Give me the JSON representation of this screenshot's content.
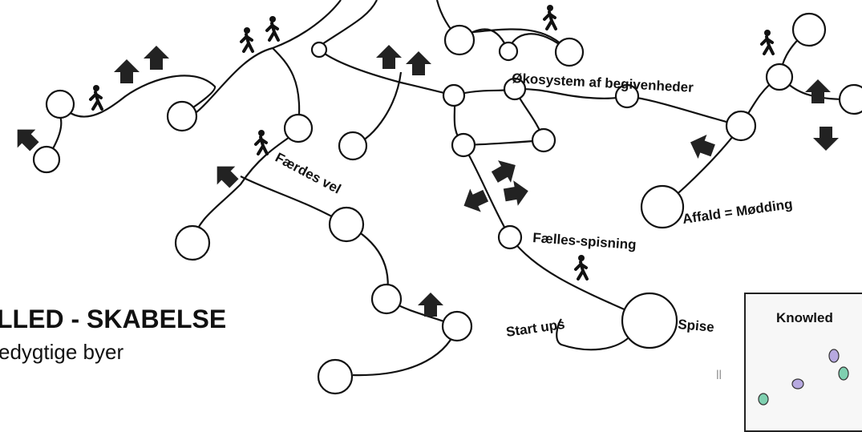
{
  "labels": {
    "ecosystem": "Økosystem af begivenheder",
    "faerdes": "Færdes vel",
    "affald": "Affald = Mødding",
    "faelles": "Fælles-spisning",
    "startups": "Start ups",
    "spise": "Spise"
  },
  "title": {
    "main": "LLED - SKABELSE",
    "sub": "edygtige byer"
  },
  "inset": {
    "title": "Knowled"
  },
  "marker": "ll",
  "colors": {
    "stroke": "#111111",
    "fill": "#ffffff",
    "inset_teal": "#5fb89a",
    "inset_purple": "#8a7ab8"
  }
}
